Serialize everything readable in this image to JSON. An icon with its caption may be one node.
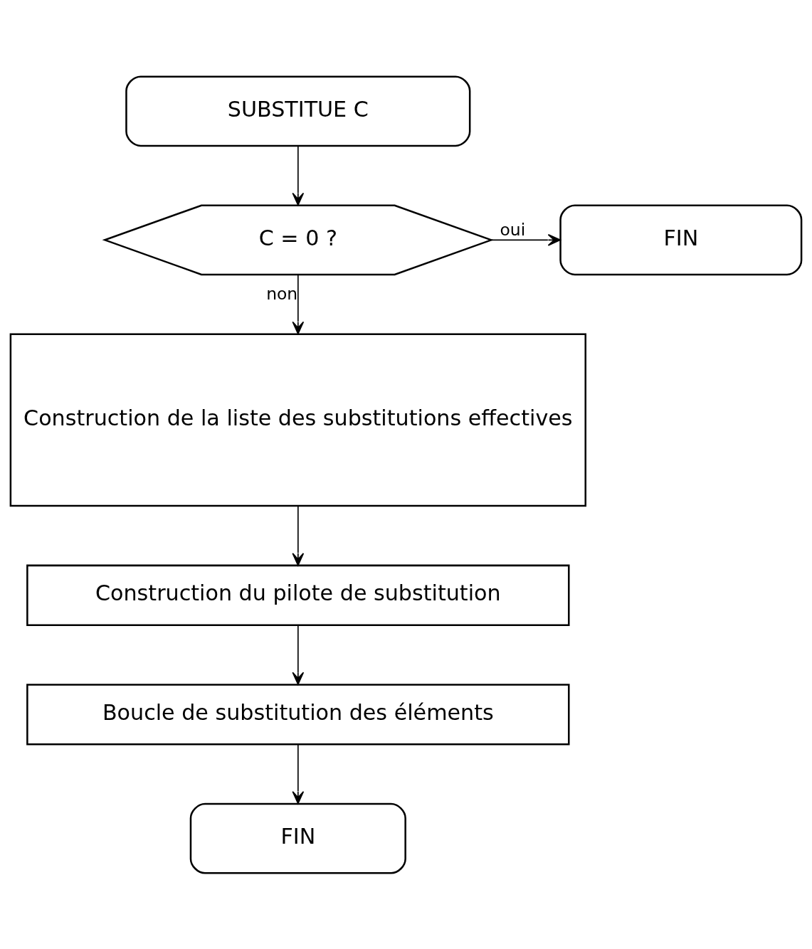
{
  "diagram": {
    "nodes": [
      {
        "text": [
          "SUBSTITUE C"
        ]
      },
      {
        "text": [
          "C = 0 ?"
        ]
      },
      {
        "text": [
          "FIN"
        ]
      },
      {
        "text": [
          "Construction de la liste des substitutions effectives"
        ]
      },
      {
        "text": [
          "Construction du pilote de substitution"
        ]
      },
      {
        "text": [
          "Boucle de substitution des éléments"
        ]
      },
      {
        "text": [
          "FIN"
        ]
      }
    ],
    "edges": [
      {
        "from": 0,
        "to": 1,
        "arrow": "to"
      },
      {
        "from": 1,
        "to": 2,
        "arrow": "to",
        "label": "oui"
      },
      {
        "from": 1,
        "to": 3,
        "arrow": "to",
        "label": "non"
      },
      {
        "from": 3,
        "to": 4,
        "arrow": "to"
      },
      {
        "from": 4,
        "to": 5,
        "arrow": "to"
      },
      {
        "from": 5,
        "to": 6,
        "arrow": "to"
      }
    ]
  }
}
